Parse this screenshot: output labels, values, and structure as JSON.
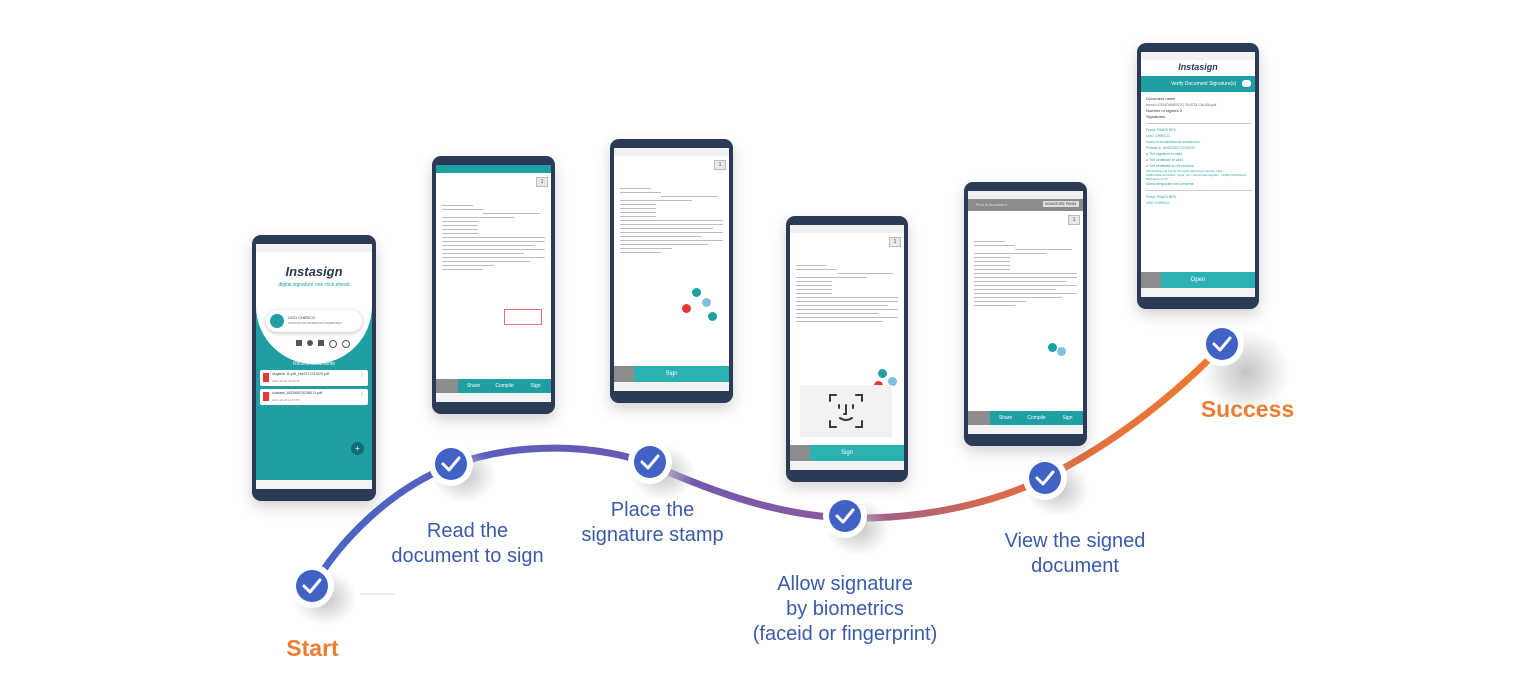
{
  "steps": [
    {
      "label": "Start"
    },
    {
      "label_line1": "Read the",
      "label_line2": "document to sign"
    },
    {
      "label_line1": "Place the",
      "label_line2": "signature stamp"
    },
    {
      "label_line1": "Allow signature",
      "label_line2": "by biometrics",
      "label_line3": "(faceid or fingerprint)"
    },
    {
      "label_line1": "View the signed",
      "label_line2": "document"
    },
    {
      "label": "Success"
    }
  ],
  "colors": {
    "path_blue": "#4a66c5",
    "path_purple": "#8b5a9e",
    "path_orange": "#f07a2e",
    "label_blue": "#3a5ba8",
    "label_orange": "#ee7d33",
    "teal": "#1f9fa3"
  },
  "screen1": {
    "logo_text": "Instasign",
    "tagline": "digital signature one click ahead",
    "user_name": "UGO CHIRICO",
    "user_id": "CHRGUO70C09F839K/0470/DEBNDQV",
    "recent_title": "Recent documents",
    "files": [
      {
        "name": "Ungeme 11.pdf_1649717237623.pdf",
        "date": "2021-10-22 11:20:41"
      },
      {
        "name": "contract_1622906752368 11.pdf",
        "date": "2021-10-22 11:27:55"
      }
    ],
    "fab_icon": "plus-icon"
  },
  "screen2": {
    "actions": [
      "Share",
      "Compile",
      "Sign"
    ]
  },
  "screen3": {
    "sign_button": "Sign"
  },
  "screen4": {
    "sign_button": "Sign",
    "face_icon": "face-id-icon"
  },
  "screen5": {
    "search_placeholder": "Find in document",
    "panel_button": "SIGNATURE PANEL",
    "actions": [
      "Share",
      "Compile",
      "Sign"
    ]
  },
  "screen6": {
    "logo_text": "Instasign",
    "header": "Verify Document Signature(s)",
    "doc_name_label": "Document name",
    "doc_name": "annul LICENZIAMENTO GIUSTA CAUSA.pdf",
    "signers_label": "Number of signers",
    "signers_count": "2",
    "signatures_label": "Signatures",
    "sig1_title": "Firma: PAdES BES",
    "sig1_name": "UGO CHIRICO",
    "sig1_id": "CHRGUO70C09F839K/0470/DEBNDQV",
    "sig1_date": "Firmato il: 10/02/2022 20:50:09",
    "checks": [
      "The signature is valid",
      "The certificate is valid",
      "The certificate is not revoked"
    ],
    "ca_text": "CN=Issuing sub CA for the Italian Electronic Identity Card - SUBCA002,OU=Direz. Centr. per i Servizi Demografici - CNSD,O=Ministero dell'Interno,C=IT",
    "timestamp": "Marca temporale non presente",
    "sig2_title": "Firma: PAdES BES",
    "sig2_name": "UGO CHIRICO",
    "open_button": "Open"
  }
}
